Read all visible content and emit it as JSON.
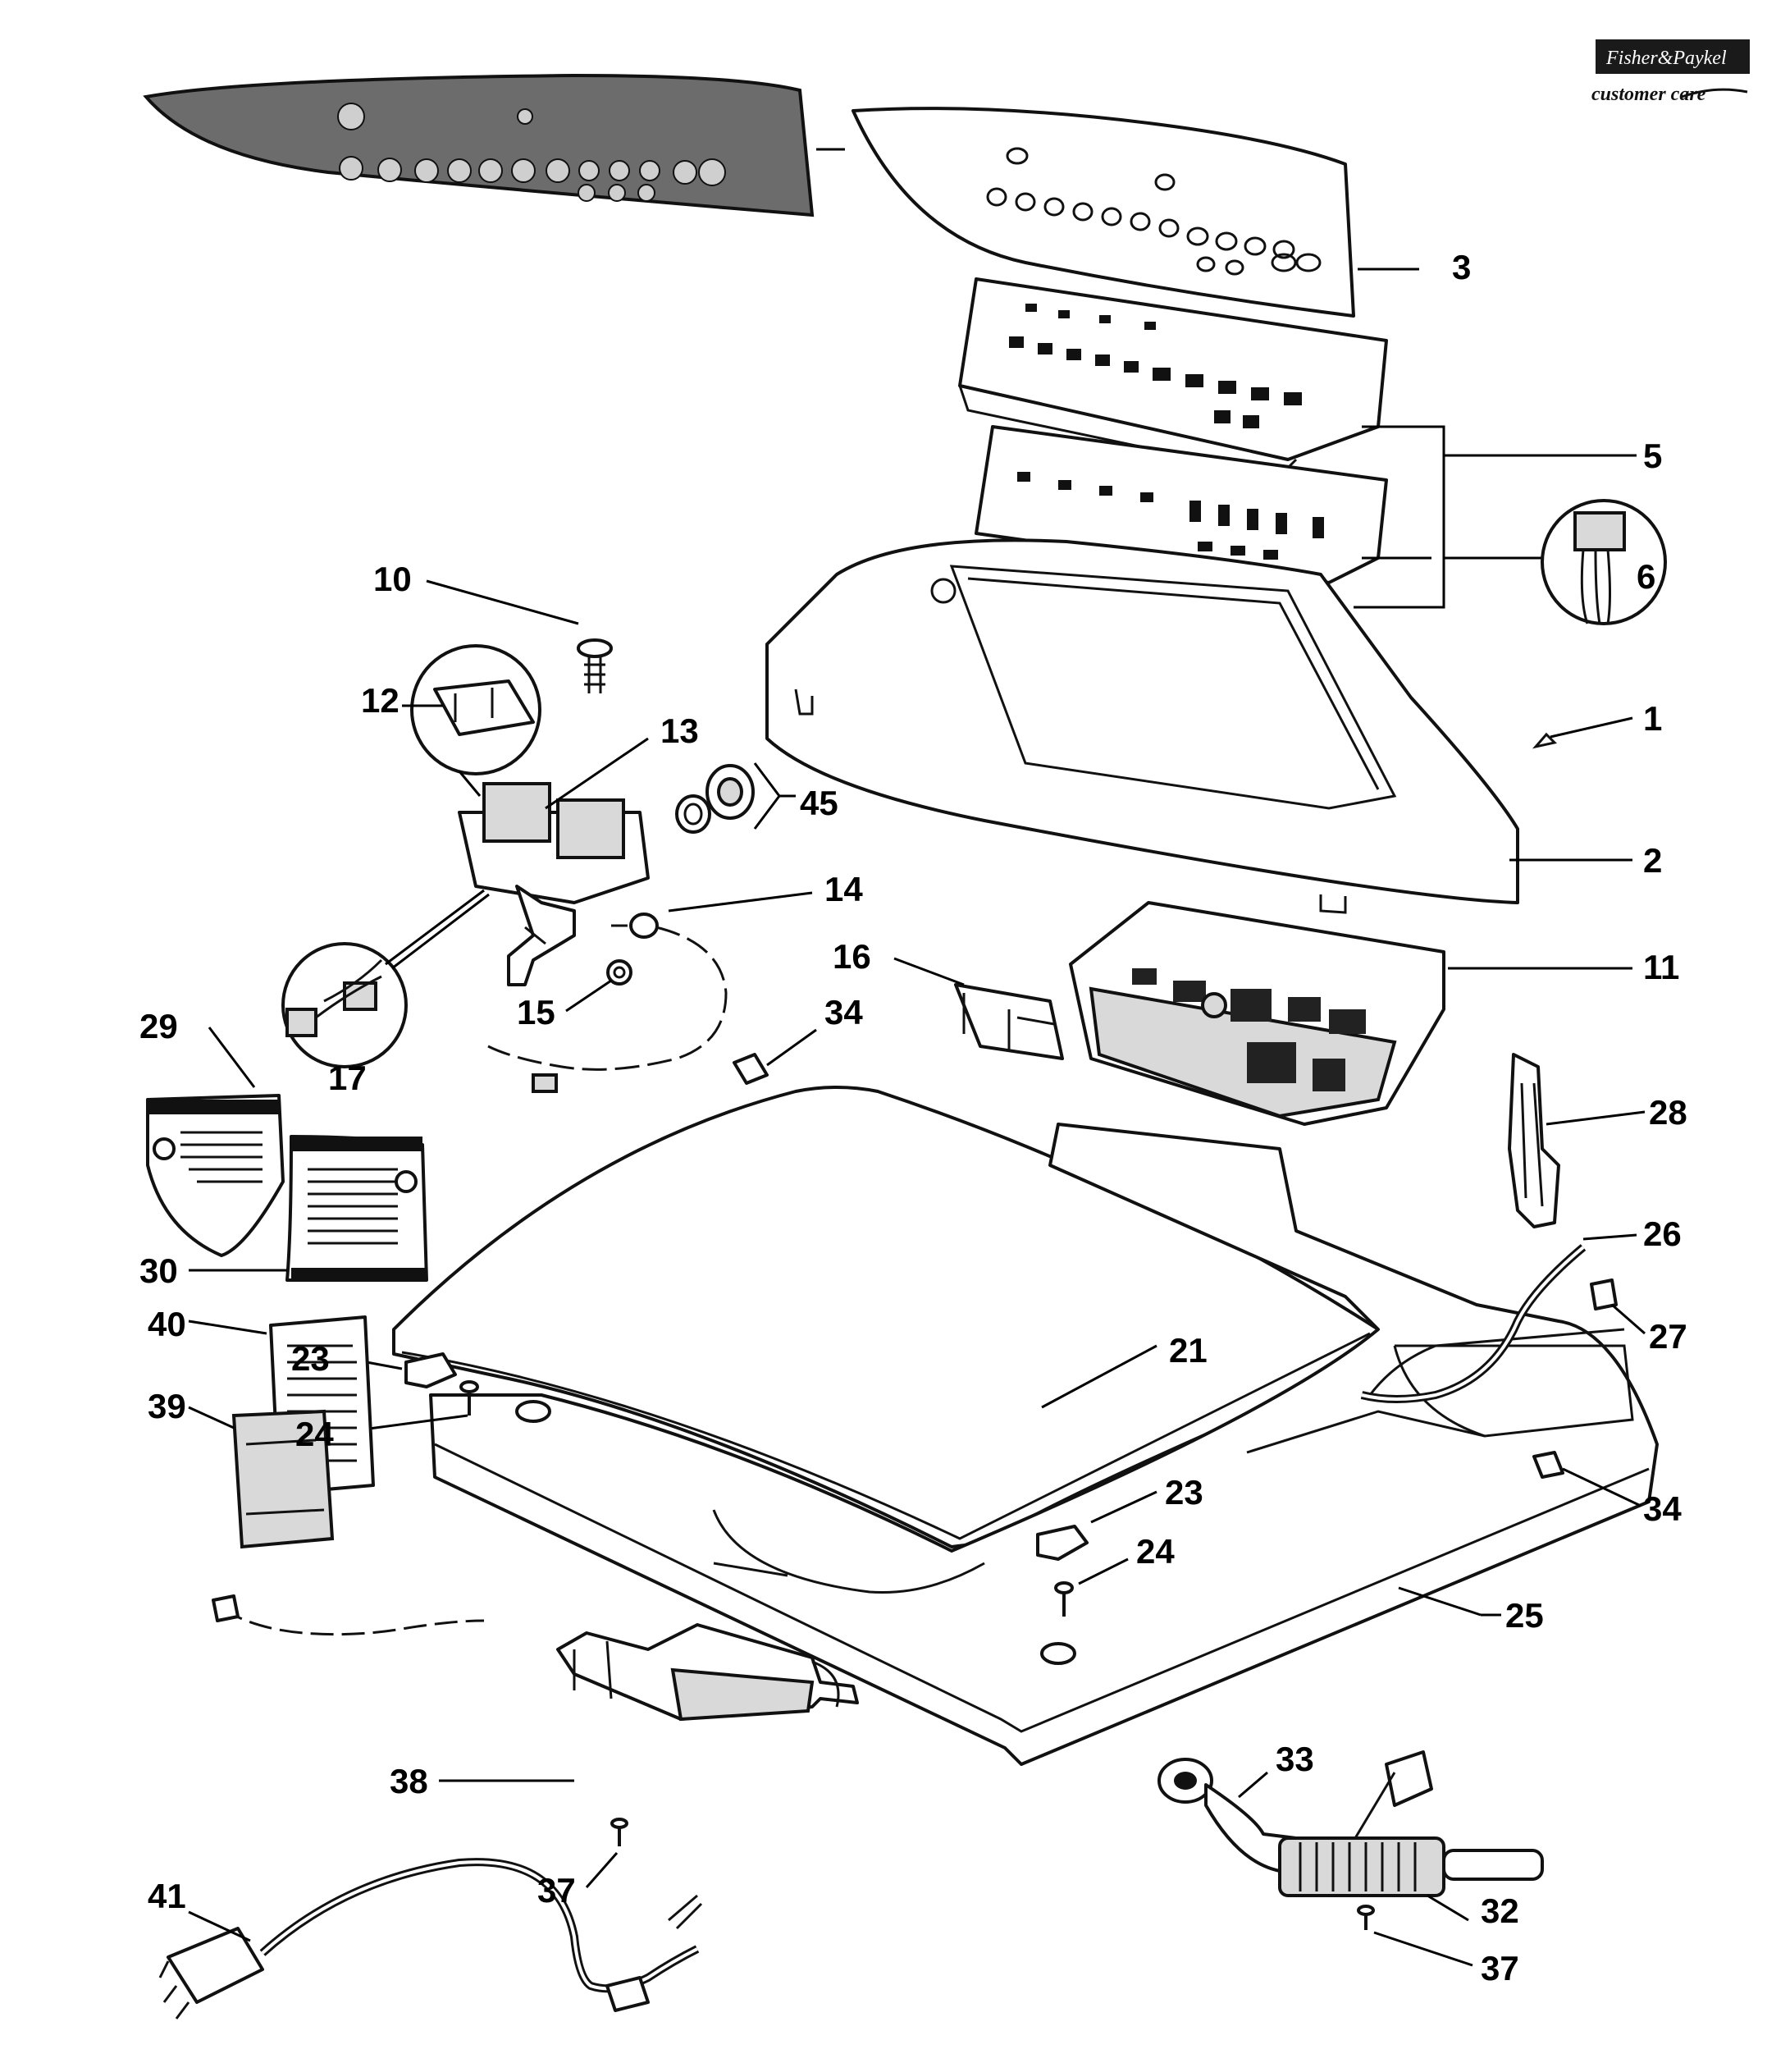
{
  "brand": {
    "logo_text": "Fisher&Paykel",
    "sub_text": "customer care"
  },
  "part_numbers": {
    "p1": "1",
    "p2": "2",
    "p3": "3",
    "p5": "5",
    "p6": "6",
    "p10": "10",
    "p11": "11",
    "p12": "12",
    "p13": "13",
    "p14": "14",
    "p15": "15",
    "p16": "16",
    "p17": "17",
    "p21": "21",
    "p23a": "23",
    "p23b": "23",
    "p24a": "24",
    "p24b": "24",
    "p25": "25",
    "p26": "26",
    "p27": "27",
    "p28": "28",
    "p29": "29",
    "p30": "30",
    "p32": "32",
    "p33": "33",
    "p34a": "34",
    "p34b": "34",
    "p37a": "37",
    "p37b": "37",
    "p38": "38",
    "p39": "39",
    "p40": "40",
    "p41": "41",
    "p45": "45"
  }
}
